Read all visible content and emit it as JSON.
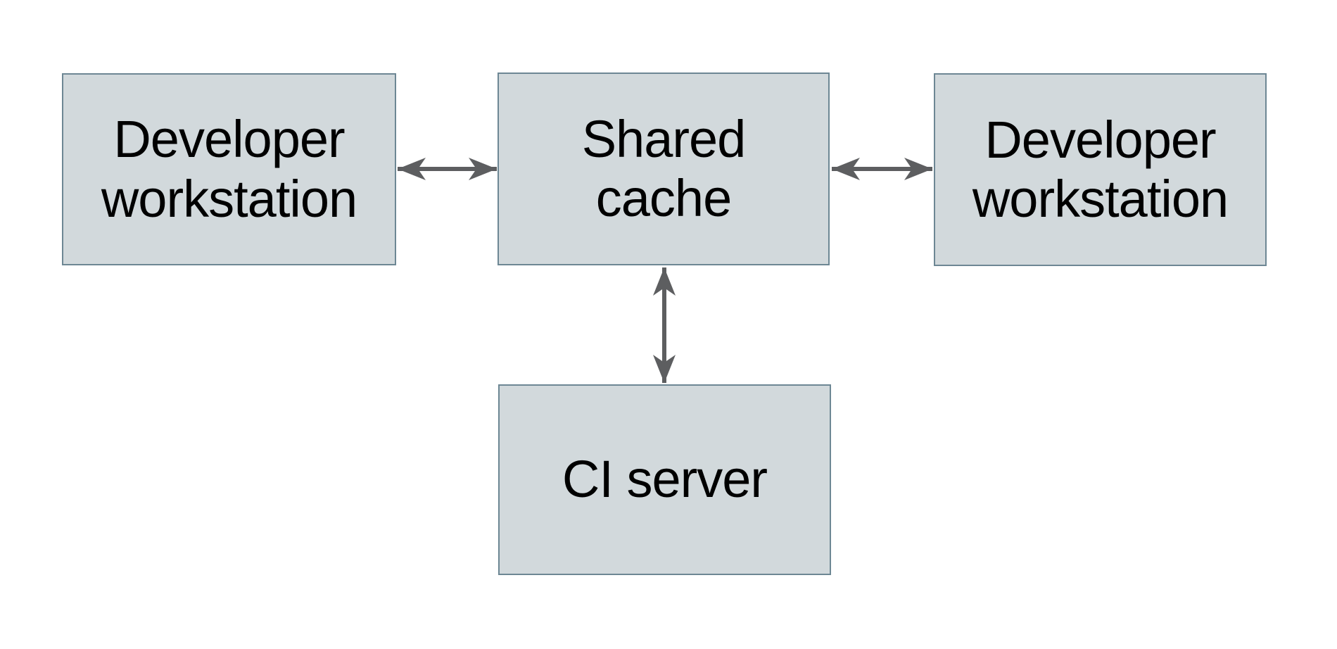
{
  "diagram": {
    "title": "",
    "nodes": [
      {
        "id": "developer-workstation-left",
        "label": "Developer workstation"
      },
      {
        "id": "shared-cache",
        "label": "Shared cache"
      },
      {
        "id": "developer-workstation-right",
        "label": "Developer workstation"
      },
      {
        "id": "ci-server",
        "label": "CI server"
      }
    ],
    "edges": [
      {
        "from": "developer-workstation-left",
        "to": "shared-cache",
        "style": "double-arrow"
      },
      {
        "from": "shared-cache",
        "to": "developer-workstation-right",
        "style": "double-arrow"
      },
      {
        "from": "shared-cache",
        "to": "ci-server",
        "style": "double-arrow"
      }
    ],
    "colors": {
      "background": "#ffffff",
      "node_fill": "#d2d9dc",
      "node_border": "#6d8794",
      "arrow": "#5d5e60",
      "text": "#000000"
    }
  }
}
